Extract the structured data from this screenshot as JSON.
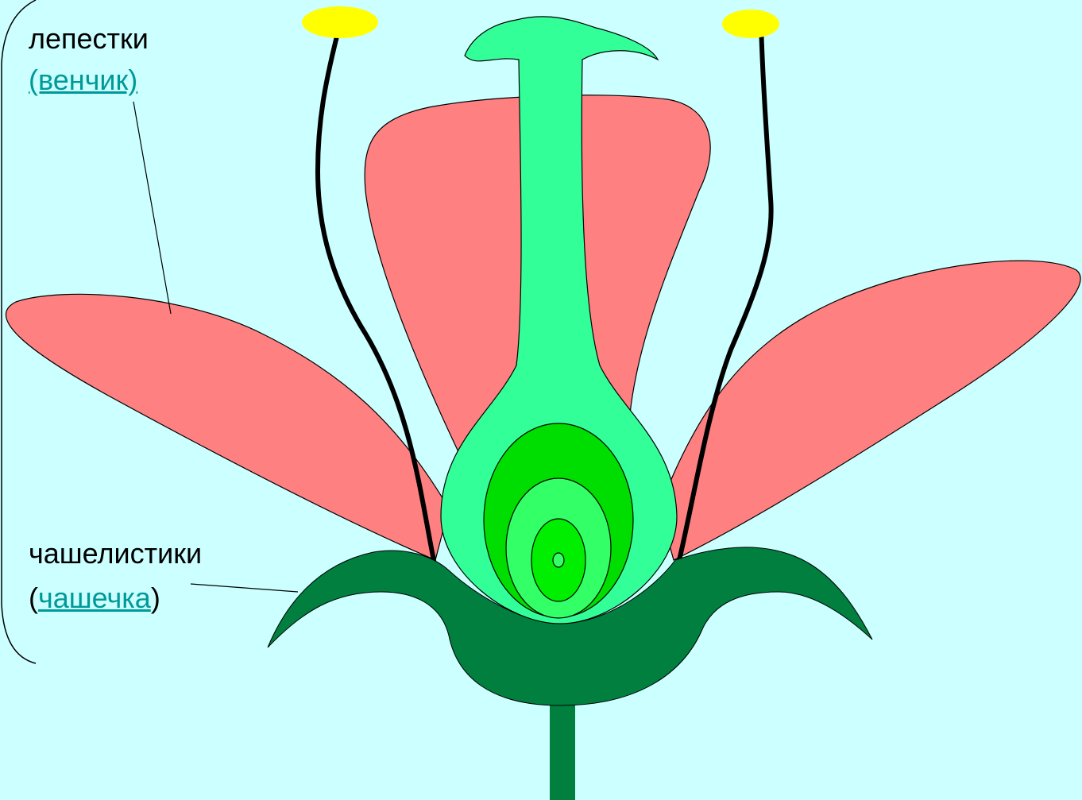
{
  "labels": {
    "petals": "лепестки",
    "corolla_link": "(венчик)",
    "sepals": "чашелистики",
    "calyx_open": "(",
    "calyx_link": "чашечка",
    "calyx_close": ")"
  },
  "colors": {
    "background": "#ccffff",
    "petal": "#ff8080",
    "pistil": "#33ff99",
    "ovary_inner": "#00dd00",
    "receptacle": "#007f3f",
    "anther": "#ffff00",
    "filament": "#000000",
    "link": "#009999"
  }
}
